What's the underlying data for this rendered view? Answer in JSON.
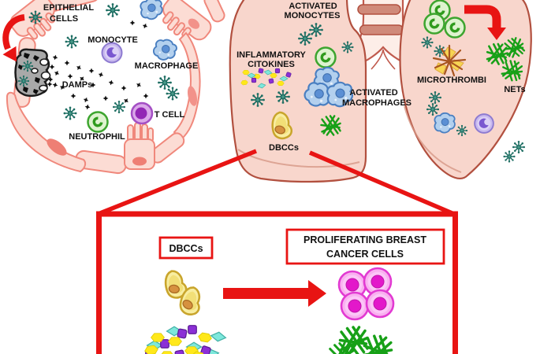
{
  "alveolus": {
    "labels": {
      "epithelial_line1": "EPITHELIAL",
      "epithelial_line2": "CELLS",
      "monocyte": "MONOCYTE",
      "macrophage": "MACROPHAGE",
      "damps": "DAMPs",
      "t_cell": "T CELL",
      "neutrophil": "NEUTROPHIL"
    }
  },
  "lungs": {
    "labels": {
      "activated_monocytes_line1": "ACTIVATED",
      "activated_monocytes_line2": "MONOCYTES",
      "inflammatory_line1": "INFLAMMATORY",
      "inflammatory_line2": "CITOKINES",
      "activated_macrophages_line1": "ACTIVATED",
      "activated_macrophages_line2": "MACROPHAGES",
      "dbccs": "DBCCs",
      "microthrombi": "MICROTHROMBI",
      "nets": "NETs"
    }
  },
  "inset": {
    "labels": {
      "dbccs": "DBCCs",
      "proliferating_line1": "PROLIFERATING BREAST",
      "proliferating_line2": "CANCER CELLS"
    }
  },
  "icons": {
    "virus": "coronavirus-virion-icon",
    "damp": "damp-particle-icon",
    "green_cell": "neutrophil-monocyte-cell-icon",
    "macrophage": "macrophage-cell-icon",
    "monocyte": "monocyte-cell-icon",
    "t_cell": "t-cell-icon",
    "net": "neutrophil-extracellular-trap-icon",
    "dbcc": "breast-cancer-cell-icon",
    "cancer_cell": "proliferating-cancer-cell-icon",
    "microthrombus": "microthrombus-icon",
    "cytokines": "cytokine-particles-icon"
  },
  "colors": {
    "accent_red": "#e81413",
    "lung_pink": "#f8d6cc",
    "lung_outline": "#b2503f",
    "epithelium_pink": "#fcdcd4",
    "epithelium_outline": "#f0887c",
    "nucleus_salmon": "#f2928a",
    "dying_cell_gray": "#a9a9a9",
    "virus_teal": "#1e6e63",
    "neutrophil_green": "#def3cf",
    "neutrophil_outline": "#3da52f",
    "macrophage_blue": "#b3d0ee",
    "macrophage_outline": "#4a7fc1",
    "monocyte_purple": "#c8b9ee",
    "tcell_purple": "#dba9ea",
    "nets_green": "#17a017",
    "dbcc_yellow": "#f8eda0",
    "cancer_pink": "#f9b0f0",
    "cancer_outline": "#e23ad2",
    "cytokine_yellow": "#ffe81a",
    "cytokine_purple": "#8b2fd6",
    "cytokine_cyan": "#7de8dc",
    "microthrombi_orange": "#a85520"
  }
}
